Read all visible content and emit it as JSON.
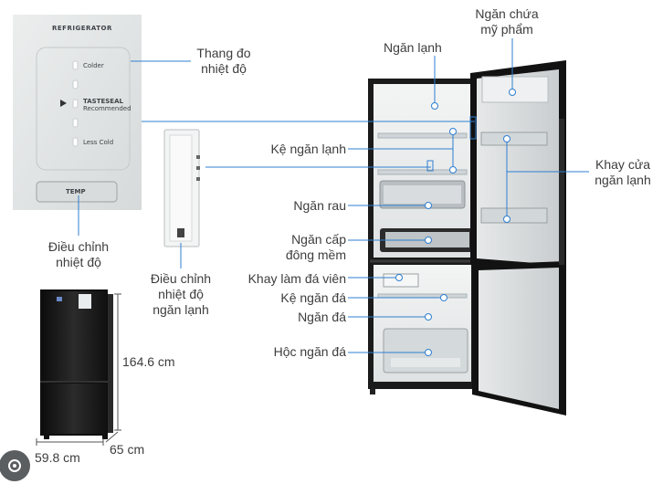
{
  "control_panel": {
    "heading": "REFRIGERATOR",
    "levels": [
      "Colder",
      "TASTESEAL",
      "Recommended",
      "Less Cold"
    ],
    "button_label": "TEMP"
  },
  "labels": {
    "thermometer": [
      "Thang đo",
      "nhiệt độ"
    ],
    "temp_adjust": [
      "Điều chỉnh",
      "nhiệt độ"
    ],
    "fridge_temp_adjust": [
      "Điều chỉnh",
      "nhiệt độ",
      "ngăn lạnh"
    ],
    "fridge_compartment": "Ngăn lạnh",
    "cosmetic_compartment": [
      "Ngăn chứa",
      "mỹ phẩm"
    ],
    "fridge_shelf": "Kệ ngăn lạnh",
    "door_tray": [
      "Khay cửa",
      "ngăn lạnh"
    ],
    "vegetable_drawer": "Ngăn rau",
    "soft_freeze": [
      "Ngăn cấp",
      "đông mềm"
    ],
    "ice_tray": "Khay làm đá viên",
    "freezer_shelf": "Kệ ngăn đá",
    "freezer_compartment": "Ngăn đá",
    "freezer_drawer": "Hộc ngăn đá"
  },
  "dimensions": {
    "height": "164.6 cm",
    "width": "59.8 cm",
    "depth": "65 cm"
  },
  "colors": {
    "accent_line": "#2e7fd0",
    "label_text": "#3d3d3d",
    "fridge_body": "#1c1c1c"
  }
}
